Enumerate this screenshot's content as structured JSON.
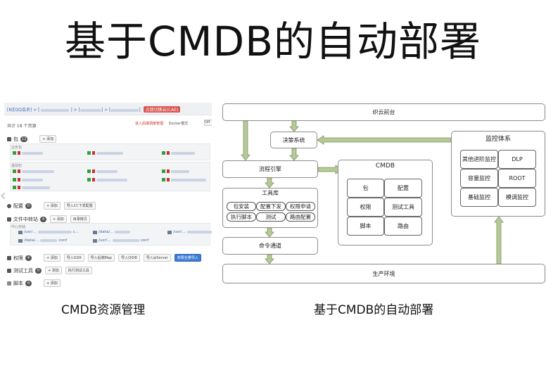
{
  "title": "基于CMDB的自动部署",
  "captions": {
    "left": "CMDB资源管理",
    "right": "基于CMDB的自动部署"
  },
  "left_panel": {
    "breadcrumb": "[N][QQ会员] > [",
    "breadcrumb_badge": "点我切换云(CAE)",
    "total": "共计 18 个资源",
    "right_link": "进入后端调度管理",
    "right_mode": "Docker模式",
    "select": "Off",
    "sections": {
      "pkg": {
        "label": "包",
        "count": "12",
        "btn": "+ 添加"
      },
      "pkg_sub1": "业务包",
      "pkg_sub2": "基础包",
      "config": {
        "label": "配置",
        "count": "0",
        "btn": "+ 添加",
        "btn2": "导入CC下发配置"
      },
      "files": {
        "label": "文件中转站",
        "count": "4",
        "btn": "+ 添加",
        "btn2": "目录拷贝"
      },
      "files_sub": "中心存储",
      "perm": {
        "label": "权限",
        "count": "4",
        "btns": [
          "+ 添加",
          "导入OZA",
          "导入后端Map",
          "导入OIDB",
          "导入ipServer",
          "权限全量导入"
        ]
      },
      "test": {
        "label": "测试工具",
        "count": "0",
        "btn": "+ 添加",
        "btn2": "执行测试工具"
      },
      "script": {
        "label": "脚本",
        "count": "0",
        "btn": "+ 添加"
      }
    },
    "file_items": [
      "/usr/...",
      "/data/...",
      "/usr/...",
      "/data/...",
      "/usr/..."
    ],
    "file_suffix_1": "c...",
    "file_suffix_2": "conf",
    "file_suffix_3": "conf"
  },
  "diagram": {
    "top": "织云前台",
    "decision": "决策系统",
    "flow_engine": "流程引擎",
    "toolbox": {
      "label": "工具库",
      "items": [
        "包安装",
        "配置下发",
        "权限申请",
        "执行脚本",
        "测试",
        "路由配置"
      ]
    },
    "command": "命令通道",
    "cmdb": {
      "label": "CMDB",
      "items": [
        "包",
        "配置",
        "权限",
        "测试工具",
        "脚本",
        "路由"
      ]
    },
    "monitor": {
      "label": "监控体系",
      "items": [
        "其他进阶监控",
        "DLP",
        "容量监控",
        "ROOT",
        "基础监控",
        "模调监控"
      ]
    },
    "production": "生产环境",
    "arrow_color": "#b5c99a",
    "arrow_stroke": "#7f9656"
  },
  "nav": {
    "prev": "‹",
    "next": "›"
  }
}
